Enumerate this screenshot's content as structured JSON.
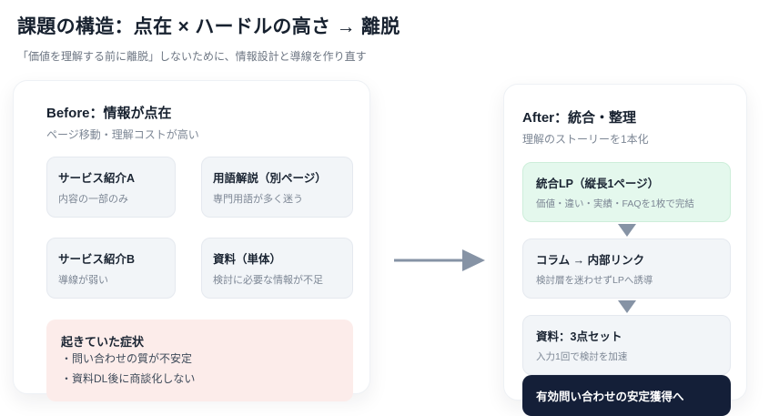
{
  "header": {
    "title": "課題の構造：点在 × ハードルの高さ → 離脱",
    "subtitle": "「価値を理解する前に離脱」しないために、情報設計と導線を作り直す"
  },
  "before": {
    "title": "Before：情報が点在",
    "subtitle": "ページ移動・理解コストが高い",
    "items": [
      {
        "title": "サービス紹介A",
        "desc": "内容の一部のみ"
      },
      {
        "title": "用語解説（別ページ）",
        "desc": "専門用語が多く迷う"
      },
      {
        "title": "サービス紹介B",
        "desc": "導線が弱い"
      },
      {
        "title": "資料（単体）",
        "desc": "検討に必要な情報が不足"
      }
    ],
    "symptom": {
      "title": "起きていた症状",
      "lines": [
        "・問い合わせの質が不安定",
        "・資料DL後に商談化しない"
      ]
    }
  },
  "after": {
    "title": "After：統合・整理",
    "subtitle": "理解のストーリーを1本化",
    "steps": [
      {
        "title": "統合LP（縦長1ページ）",
        "desc": "価値・違い・実績・FAQを1枚で完結"
      },
      {
        "title": "コラム → 内部リンク",
        "desc": "検討層を迷わせずLPへ誘導"
      },
      {
        "title": "資料：3点セット",
        "desc": "入力1回で検討を加速"
      }
    ],
    "goal": "有効問い合わせの安定獲得へ"
  },
  "colors": {
    "accent_dark": "#141f38",
    "green_bg": "#e4f8ed",
    "alert_bg": "#fcecea",
    "neutral_bg": "#f2f5f8",
    "arrow": "#8693a5"
  }
}
